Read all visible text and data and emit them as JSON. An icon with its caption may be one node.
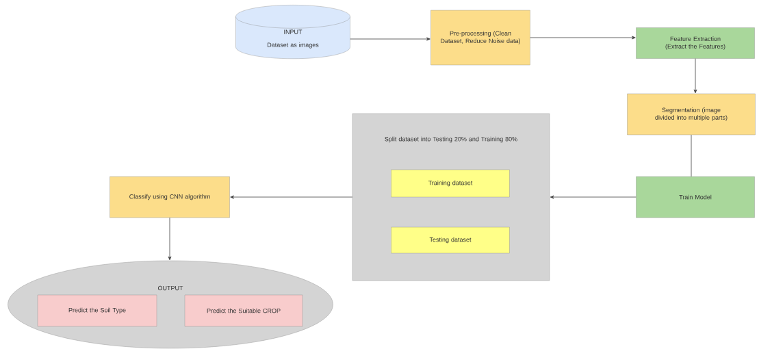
{
  "diagram": {
    "nodes": [
      {
        "text": [
          "INPUT",
          "Dataset as images"
        ]
      },
      {
        "text": [
          "Pre-processing (Clean Dataset, Reduce Noise data)"
        ]
      },
      {
        "text": [
          "Feature Extraction (Extract the Features)"
        ]
      },
      {
        "text": [
          "Segmentation (image divided into multiple parts)"
        ]
      },
      {
        "text": [
          "Train Model"
        ]
      },
      {
        "text": [
          "Split dataset into Testing 20% and Training 80%"
        ]
      },
      {
        "text": [
          "Training dataset"
        ],
        "in": 5
      },
      {
        "text": [
          "Testing dataset"
        ],
        "in": 5
      },
      {
        "text": [
          "Classify using CNN algorithm"
        ]
      },
      {
        "text": [
          "OUTPUT"
        ]
      },
      {
        "text": [
          "Predict the Soil Type"
        ],
        "in": 9
      },
      {
        "text": [
          "Predict the Suitable CROP"
        ],
        "in": 9
      }
    ],
    "edges": [
      {
        "from": 0,
        "to": 1,
        "arrow": "to"
      },
      {
        "from": 1,
        "to": 2,
        "arrow": "to"
      },
      {
        "from": 2,
        "to": 3,
        "arrow": "to"
      },
      {
        "from": 3,
        "to": 4,
        "arrow": "none"
      },
      {
        "from": 4,
        "to": 5,
        "arrow": "to"
      },
      {
        "from": 5,
        "to": 8,
        "arrow": "to"
      },
      {
        "from": 8,
        "to": 9,
        "arrow": "to"
      }
    ]
  }
}
